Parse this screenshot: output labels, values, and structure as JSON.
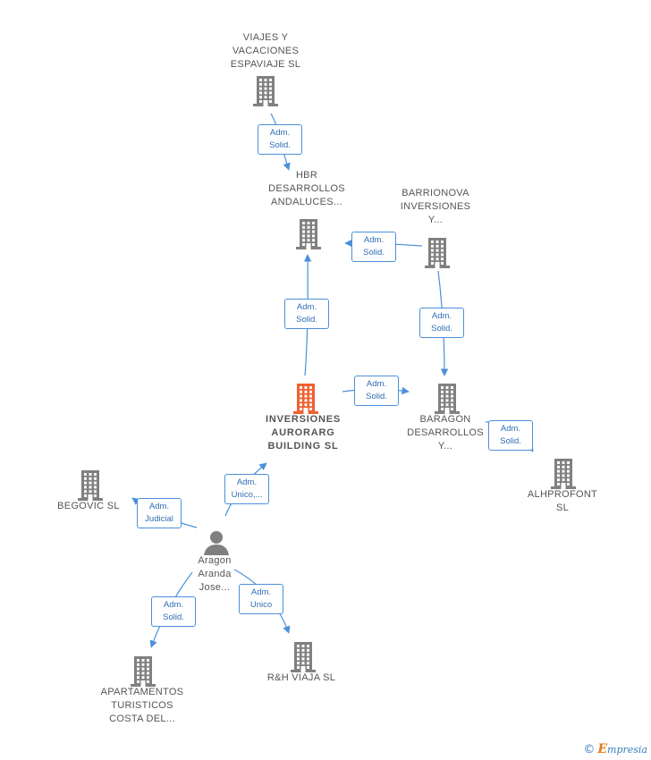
{
  "nodes": [
    {
      "id": "viajes",
      "label": "VIAJES Y\nVACACIONES\nESPAVIAJE  SL",
      "type": "company"
    },
    {
      "id": "hbr",
      "label": "HBR\nDESARROLLOS\nANDALUCES...",
      "type": "company"
    },
    {
      "id": "barrionova",
      "label": "BARRIONOVA\nINVERSIONES\nY...",
      "type": "company"
    },
    {
      "id": "inversiones",
      "label": "INVERSIONES\nAURORARG\nBUILDING  SL",
      "type": "company-main"
    },
    {
      "id": "baragon",
      "label": "BARAGON\nDESARROLLOS\nY...",
      "type": "company"
    },
    {
      "id": "alhprofont",
      "label": "ALHPROFONT\nSL",
      "type": "company"
    },
    {
      "id": "begovic",
      "label": "BEGOVIC SL",
      "type": "company"
    },
    {
      "id": "aragon",
      "label": "Aragon\nAranda\nJose...",
      "type": "person"
    },
    {
      "id": "apartamentos",
      "label": "APARTAMENTOS\nTURISTICOS\nCOSTA DEL...",
      "type": "company"
    },
    {
      "id": "rh",
      "label": "R&H VIAJA  SL",
      "type": "company"
    }
  ],
  "edges": [
    {
      "from": "viajes",
      "to": "hbr",
      "label": "Adm.\nSolid."
    },
    {
      "from": "barrionova",
      "to": "hbr",
      "label": "Adm.\nSolid."
    },
    {
      "from": "inversiones",
      "to": "hbr",
      "label": "Adm.\nSolid."
    },
    {
      "from": "barrionova",
      "to": "baragon",
      "label": "Adm.\nSolid."
    },
    {
      "from": "inversiones",
      "to": "baragon",
      "label": "Adm.\nSolid."
    },
    {
      "from": "baragon",
      "to": "alhprofont",
      "label": "Adm.\nSolid."
    },
    {
      "from": "aragon",
      "to": "inversiones",
      "label": "Adm.\nUnico,..."
    },
    {
      "from": "aragon",
      "to": "begovic",
      "label": "Adm.\nJudicial"
    },
    {
      "from": "aragon",
      "to": "apartamentos",
      "label": "Adm.\nSolid."
    },
    {
      "from": "aragon",
      "to": "rh",
      "label": "Adm.\nUnico"
    }
  ],
  "colors": {
    "edge": "#4a90d9",
    "building": "#808080",
    "main_building": "#f06030",
    "person": "#808080"
  },
  "footer": {
    "copyright": "©",
    "brand_initial": "E",
    "brand_rest": "mpresia"
  }
}
